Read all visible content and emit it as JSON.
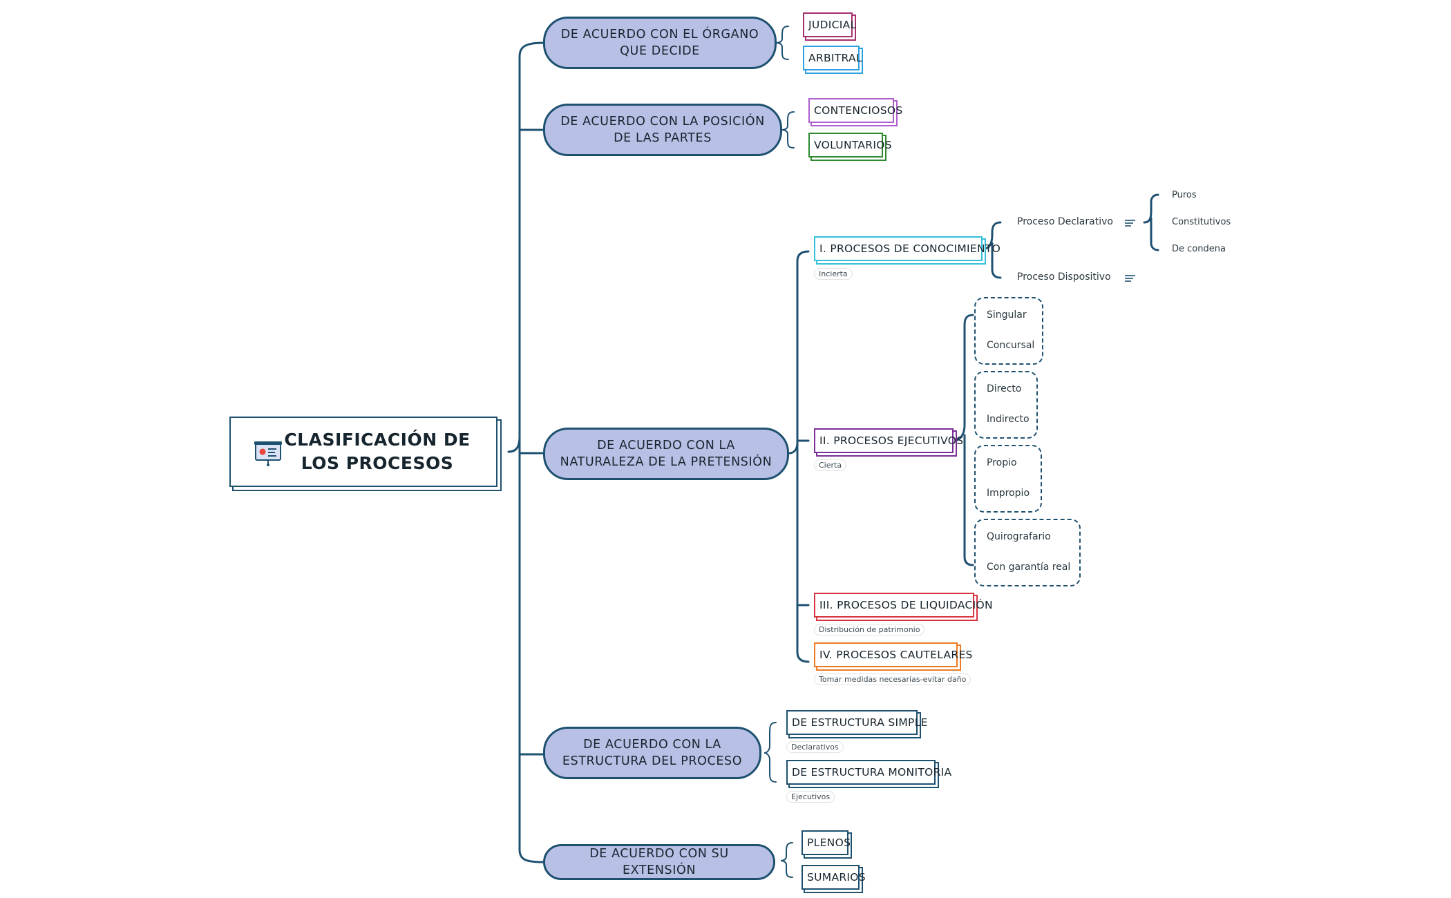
{
  "root": {
    "title": "CLASIFICACIÓN DE LOS PROCESOS",
    "icon": "presentation-board-icon"
  },
  "colors": {
    "line": "#1e5070",
    "pill_fill": "#b8c0e6",
    "judicial": "#a62f6e",
    "arbitral": "#2e9fe0",
    "contenciosos": "#b05fcf",
    "voluntarios": "#2e8b2e",
    "conocimiento": "#36bfdc",
    "ejecutivos": "#7b2d9a",
    "liquidacion": "#d9333f",
    "cautelares": "#f07a1f",
    "dark": "#1e5070"
  },
  "branches": {
    "organo": {
      "label": "DE ACUERDO CON EL ÓRGANO QUE DECIDE",
      "children": [
        "JUDICIAL",
        "ARBITRAL"
      ]
    },
    "posicion": {
      "label": "DE ACUERDO CON LA POSICIÓN DE LAS PARTES",
      "children": [
        "CONTENCIOSOS",
        "VOLUNTARIOS"
      ]
    },
    "naturaleza": {
      "label": "DE ACUERDO CON LA NATURALEZA DE LA PRETENSIÓN",
      "conocimiento": {
        "label": "I. PROCESOS DE CONOCIMIENTO",
        "note": "Incierta",
        "declarativo": "Proceso Declarativo",
        "declarativo_items": [
          "Puros",
          "Constitutivos",
          "De condena"
        ],
        "dispositivo": "Proceso Dispositivo"
      },
      "ejecutivos": {
        "label": "II. PROCESOS EJECUTIVOS",
        "note": "Cierta",
        "groups": [
          [
            "Singular",
            "Concursal"
          ],
          [
            "Directo",
            "Indirecto"
          ],
          [
            "Propio",
            "Impropio"
          ],
          [
            "Quirografario",
            "Con garantía real"
          ]
        ]
      },
      "liquidacion": {
        "label": "III. PROCESOS DE LIQUIDACIÓN",
        "note": "Distribución de patrimonio"
      },
      "cautelares": {
        "label": "IV. PROCESOS CAUTELARES",
        "note": "Tomar medidas necesarias-evitar daño"
      }
    },
    "estructura": {
      "label": "DE ACUERDO CON LA ESTRUCTURA DEL PROCESO",
      "simple": {
        "label": "DE ESTRUCTURA SIMPLE",
        "note": "Declarativos"
      },
      "monitoria": {
        "label": "DE ESTRUCTURA MONITORIA",
        "note": "Ejecutivos"
      }
    },
    "extension": {
      "label": "DE ACUERDO CON SU EXTENSIÓN",
      "children": [
        "PLENOS",
        "SUMARIOS"
      ]
    }
  }
}
